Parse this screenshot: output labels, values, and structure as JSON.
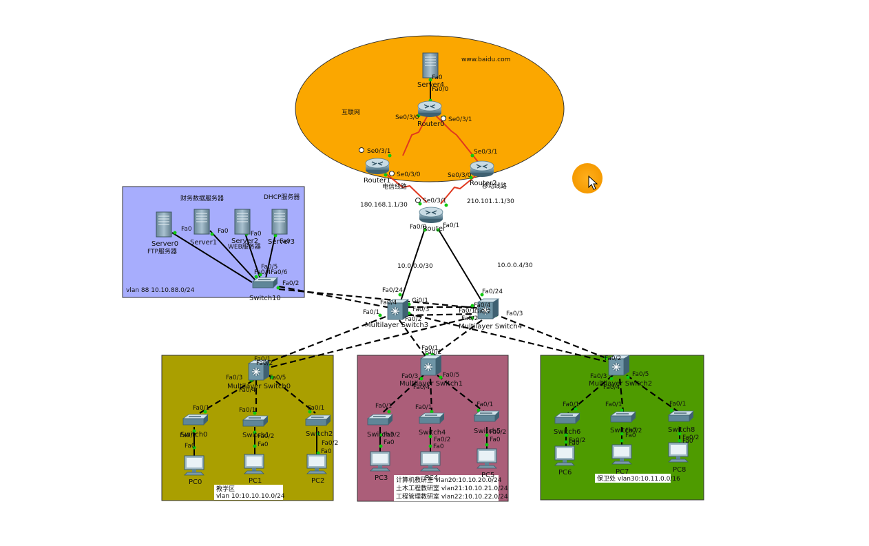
{
  "zones": {
    "internet": {
      "label": "互联网",
      "web": "www.baidu.com"
    },
    "servers": {
      "finance": "财务数据服务器",
      "dhcp": "DHCP服务器",
      "ftp": "FTP服务器",
      "webserver": "WEB服务器",
      "vlan": "vlan 88 10.10.88.0/24"
    },
    "teaching": {
      "line1": "教学区",
      "line2": "vlan 10:10.10.10.0/24"
    },
    "research": {
      "line1": "计算机教研室 vlan20:10.10.20.0/24",
      "line2": "土木工程教研室 vlan21:10.10.21.0/24",
      "line3": "工程管理教研室 vlan22:10.10.22.0/24"
    },
    "security": {
      "line1": "保卫处 vlan30:10.11.0.0/16"
    }
  },
  "links": {
    "telecom": "电信线路",
    "mobile": "移动线路",
    "net1": "180.168.1.1/30",
    "net2": "210.101.1.1/30",
    "net3": "10.0.0.0/30",
    "net4": "10.0.0.4/30"
  },
  "devices": {
    "server4": "Server4",
    "router0": "Router0",
    "router1": "Router1",
    "router2": "Router2",
    "router": "Router",
    "server0": "Server0",
    "server1": "Server1",
    "server2": "Server2",
    "server3": "Server3",
    "switch10": "Switch10",
    "mls3": "Multilayer Switch3",
    "mls4": "Multilayer Switch4",
    "mls0": "Multilayer Switch0",
    "mls1": "Multilayer Switch1",
    "mls2": "Multilayer Switch2",
    "switch0": "Switch0",
    "switch1": "Switch1",
    "switch2": "Switch2",
    "switch3": "Switch3",
    "switch4": "Switch4",
    "switch5": "Switch5",
    "switch6": "Switch6",
    "switch7": "Switch7",
    "switch8": "Switch8",
    "pc0": "PC0",
    "pc1": "PC1",
    "pc2": "PC2",
    "pc3": "PC3",
    "pc4": "PC4",
    "pc5": "PC5",
    "pc6": "PC6",
    "pc7": "PC7",
    "pc8": "PC8"
  },
  "ports": {
    "s4_fa0": "Fa0",
    "r0_fa00": "Fa0/0",
    "r0_se030": "Se0/3/0",
    "r0_se031": "Se0/3/1",
    "r1_se031": "Se0/3/1",
    "r1_se030": "Se0/3/0",
    "r2_se031": "Se0/3/1",
    "r2_se030": "Se0/3/0",
    "r_se031": "Se0/3/1",
    "r_fa00": "Fa0/0",
    "r_fa01": "Fa0/1",
    "sv0_fa0": "Fa0",
    "sv1_fa0": "Fa0",
    "sv2_fa0": "Fa0",
    "sv3_fa0": "Fa0",
    "sw10_fa05": "Fa0/5",
    "sw10_fa06": "Fa0/6",
    "sw10_fa04": "Fa0/4",
    "sw10_fa02": "Fa0/2",
    "m3_fa024": "Fa0/24",
    "m3_fa04": "Fa0/4",
    "m3_fa01": "Fa0/1",
    "m3_gi01": "Gi0/1",
    "m3_fa03": "Fa0/3",
    "m3_fa02": "Fa0/2",
    "m4_fa024": "Fa0/24",
    "m4_fa04": "Fa0/4",
    "m4_fa01": "Fa0/1",
    "m4_gi02": "Gi0/2",
    "m4_fa02": "Fa0/2",
    "m4_fa03": "Fa0/3",
    "m0_fa01": "Fa0/1",
    "m0_fa02": "Fa0/2",
    "m0_fa03": "Fa0/3",
    "m0_fa04": "Fa0/4",
    "m0_fa05": "Fa0/5",
    "m1_fa01": "Fa0/1",
    "m1_fa02": "Fa0/2",
    "m1_fa03": "Fa0/3",
    "m1_fa04": "Fa0/4",
    "m1_fa05": "Fa0/5",
    "m2_fa02": "Fa0/2",
    "m2_fa03": "Fa0/3",
    "m2_fa04": "Fa0/4",
    "m2_fa05": "Fa0/5",
    "fa01": "Fa0/1",
    "fa02": "Fa0/2",
    "fa0": "Fa0"
  }
}
